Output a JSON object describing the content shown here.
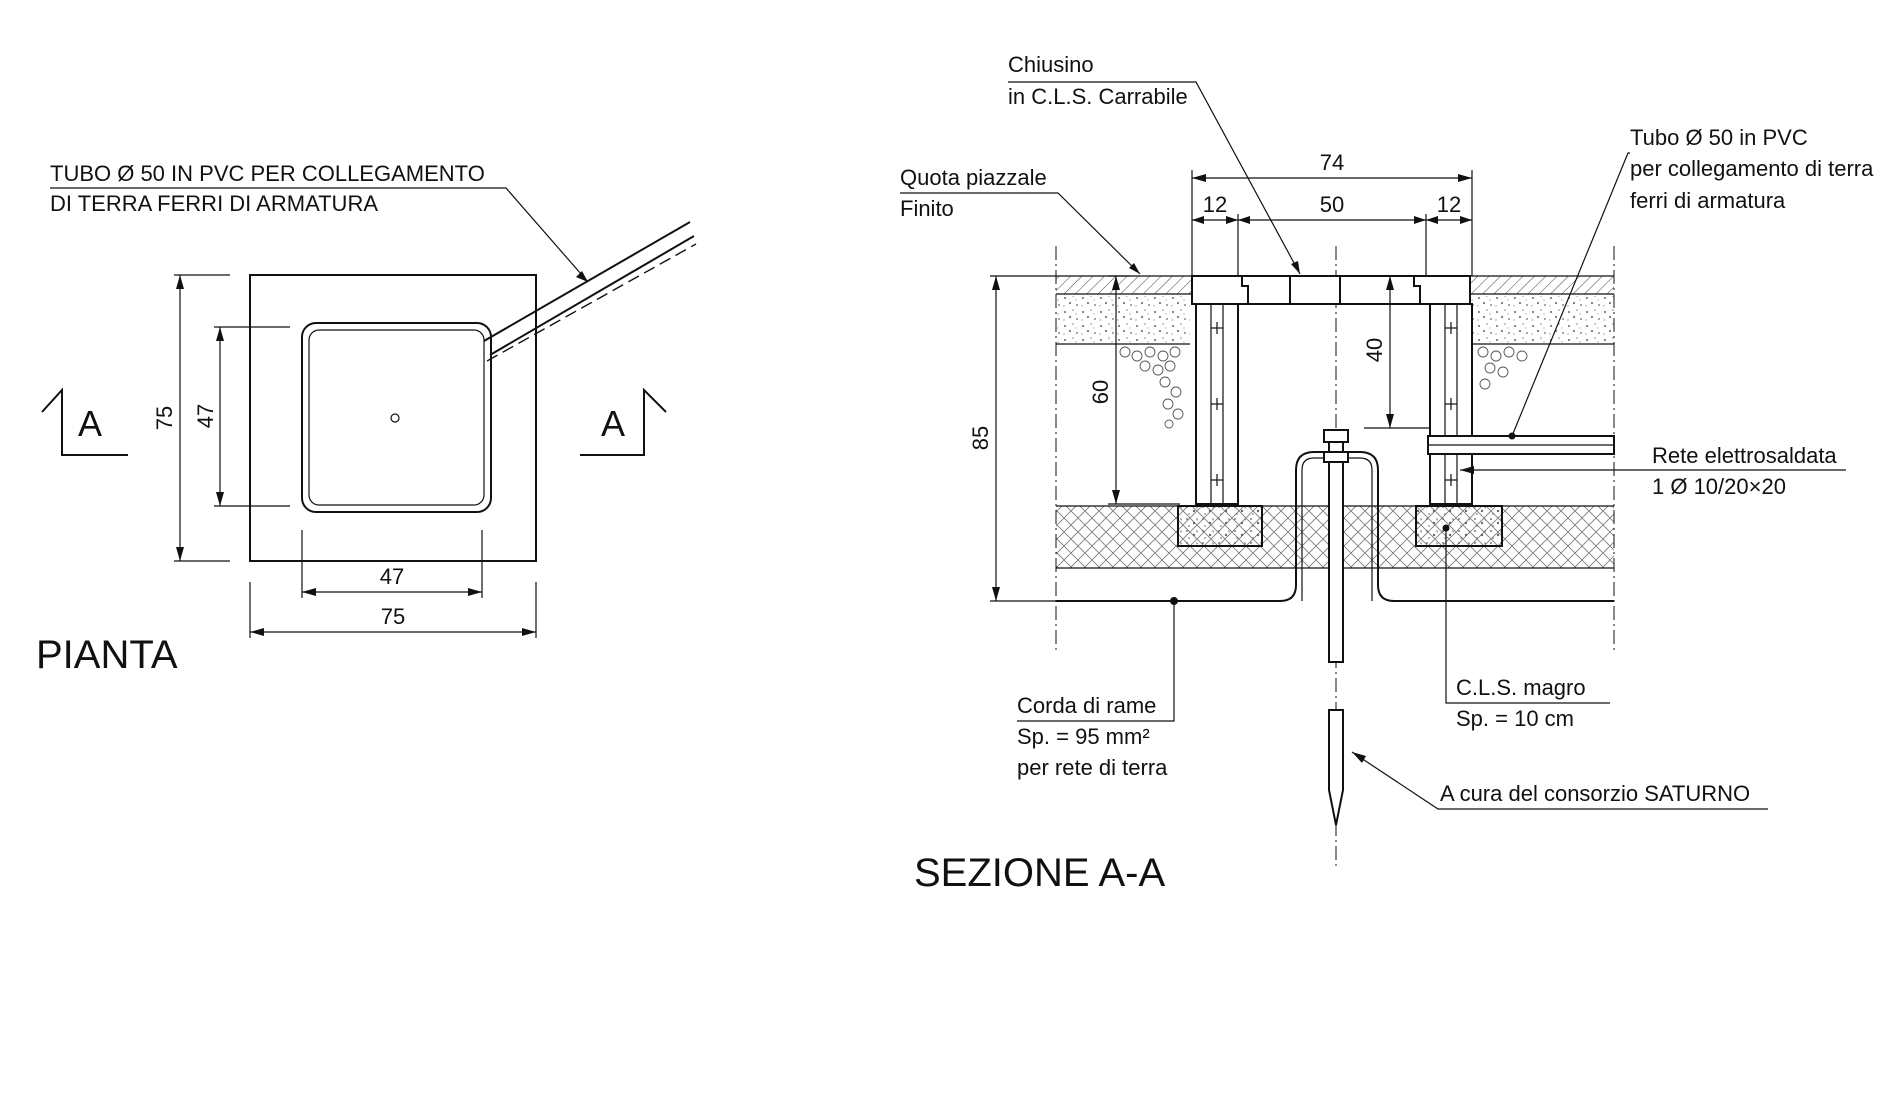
{
  "plan": {
    "tube_label_line1": "TUBO Ø 50 IN PVC PER COLLEGAMENTO",
    "tube_label_line2": "DI TERRA FERRI DI ARMATURA",
    "dim_outer_vertical": "75",
    "dim_inner_vertical": "47",
    "dim_inner_horizontal": "47",
    "dim_outer_horizontal": "75",
    "section_marker_left": "A",
    "section_marker_right": "A",
    "title": "PIANTA"
  },
  "section": {
    "chiusino_line1": "Chiusino",
    "chiusino_line2": "in C.L.S. Carrabile",
    "quota_line1": "Quota piazzale",
    "quota_line2": "Finito",
    "dim_total_width": "74",
    "dim_left_wall": "12",
    "dim_opening": "50",
    "dim_right_wall": "12",
    "dim_depth_40": "40",
    "dim_depth_60": "60",
    "dim_depth_85": "85",
    "tubo_line1": "Tubo Ø 50 in PVC",
    "tubo_line2": "per collegamento di terra",
    "tubo_line3": "ferri di armatura",
    "rete_line1": "Rete elettrosaldata",
    "rete_line2": "1 Ø 10/20×20",
    "corda_line1": "Corda di rame",
    "corda_line2": "Sp. = 95 mm²",
    "corda_line3": "per rete di terra",
    "cls_line1": "C.L.S. magro",
    "cls_line2": "Sp. = 10 cm",
    "consorzio": "A cura del consorzio SATURNO",
    "title": "SEZIONE A-A"
  }
}
